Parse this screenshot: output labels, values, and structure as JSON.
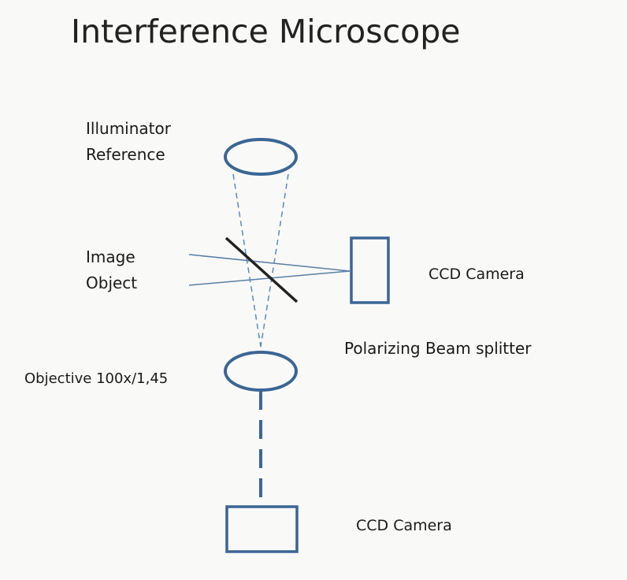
{
  "title": "Interference Microscope",
  "labels": {
    "illuminator": "Illuminator",
    "reference": "Reference",
    "image": "Image",
    "object": "Object",
    "ccd_camera_side": "CCD Camera",
    "beam_splitter": "Polarizing Beam splitter",
    "objective": "Objective 100x/1,45",
    "ccd_camera_bottom": "CCD Camera"
  },
  "colors": {
    "optics": "#3b6694",
    "mirror": "#222222",
    "ray": "#5a7fa6"
  }
}
